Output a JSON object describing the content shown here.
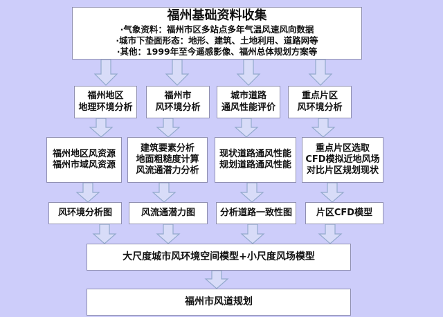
{
  "colors": {
    "background": "#cdcdfa",
    "box_fill": "#ffffff",
    "box_border": "#8f8fb0",
    "arrow_fill": "#d8dcf8",
    "arrow_stroke": "#93a9cc"
  },
  "header": {
    "title": "福州基础资料收集",
    "bullets": [
      "·气象资料：福州市区多站点多年气温风速风向数据",
      "·城市下垫面形态：地形、建筑、土地利用、道路网等",
      "·其他：1999年至今遥感影像、福州总体规划方案等"
    ]
  },
  "columns": [
    {
      "analysis": [
        "福州地区",
        "地理环境分析"
      ],
      "details": [
        "福州地区风资源",
        "福州市域风资源"
      ],
      "output": "风环境分析图"
    },
    {
      "analysis": [
        "福州市",
        "风环境分析"
      ],
      "details": [
        "建筑要素分析",
        "地面粗糙度计算",
        "风流通潜力分析"
      ],
      "output": "风流通潜力图"
    },
    {
      "analysis": [
        "城市道路",
        "通风性能评价"
      ],
      "details": [
        "现状道路通风性能",
        "规划道路通风性能"
      ],
      "output": "分析道路一致性图"
    },
    {
      "analysis": [
        "重点片区",
        "风环境分析"
      ],
      "details": [
        "重点片区选取",
        "CFD模拟近地风场",
        "对比片区规划现状"
      ],
      "output": "片区CFD模型"
    }
  ],
  "model": {
    "label": "大尺度城市风环境空间模型+小尺度风场模型"
  },
  "final": {
    "label": "福州市风道规划"
  }
}
